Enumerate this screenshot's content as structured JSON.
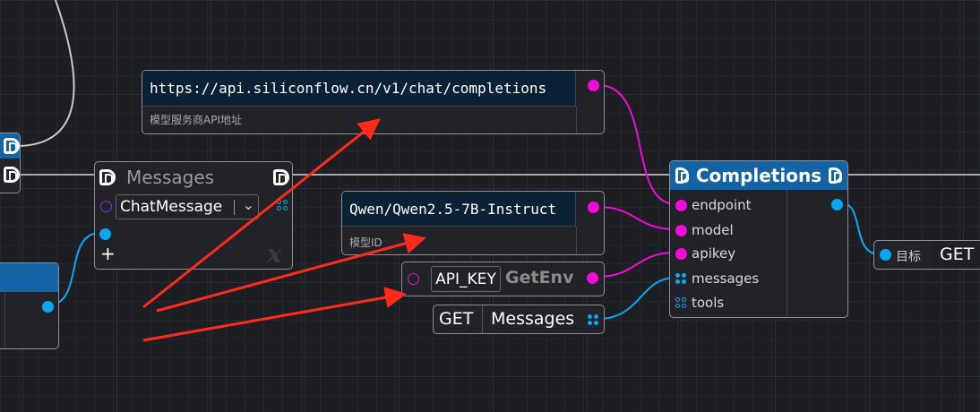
{
  "messages_node": {
    "title": "Messages",
    "type_value": "ChatMessage",
    "add_symbol": "+",
    "watermark": "x"
  },
  "url_node": {
    "value": "https://api.siliconflow.cn/v1/chat/completions",
    "caption": "模型服务商API地址"
  },
  "model_node": {
    "value": "Qwen/Qwen2.5-7B-Instruct",
    "caption": "模型ID"
  },
  "getenv_node": {
    "key": "API_KEY",
    "title": "GetEnv"
  },
  "get_messages_node": {
    "verb": "GET",
    "name": "Messages"
  },
  "completions_node": {
    "title": "Completions",
    "inputs": [
      "endpoint",
      "model",
      "apikey",
      "messages",
      "tools"
    ]
  },
  "target_node": {
    "label": "目标",
    "verb": "GET"
  },
  "colors": {
    "string_pin": "#f20ad8",
    "object_pin": "#0aa7f0",
    "header": "#1463a5",
    "annotation": "#ff2a1a"
  }
}
